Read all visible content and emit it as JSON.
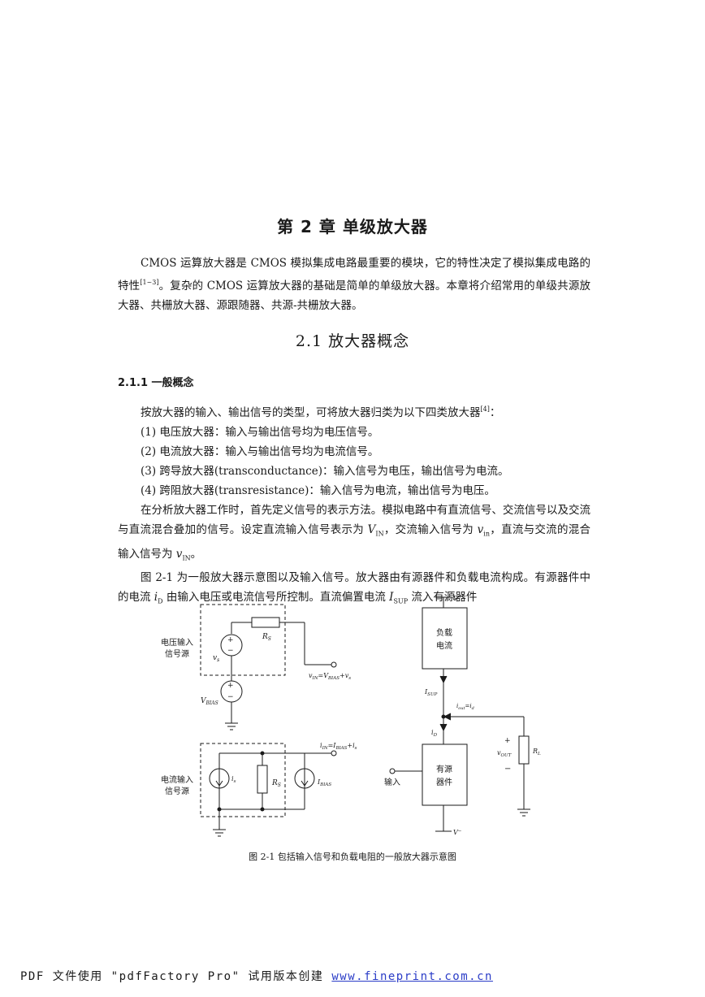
{
  "chapter_title": "第 2 章    单级放大器",
  "intro": {
    "p1": "CMOS 运算放大器是 CMOS 模拟集成电路最重要的模块，它的特性决定了模拟集成电路的特性",
    "p1_cite": "[1~3]",
    "p2": "。复杂的 CMOS 运算放大器的基础是简单的单级放大器。本章将介绍常用的单级共源放大器、共栅放大器、源跟随器、共源-共栅放大器。"
  },
  "section_title": "2.1   放大器概念",
  "subsection_title": "2.1.1   一般概念",
  "body": {
    "p1": "按放大器的输入、输出信号的类型，可将放大器归类为以下四类放大器",
    "p1_cite": "[4]",
    "p1_end": "：",
    "list": [
      "(1) 电压放大器：输入与输出信号均为电压信号。",
      "(2) 电流放大器：输入与输出信号均为电流信号。",
      "(3) 跨导放大器(transconductance)：输入信号为电压，输出信号为电流。",
      "(4) 跨阻放大器(transresistance)：输入信号为电流，输出信号为电压。"
    ],
    "p2_a": "在分析放大器工作时，首先定义信号的表示方法。模拟电路中有直流信号、交流信号以及交流与直流混合叠加的信号。设定直流输入信号表示为 ",
    "p2_VIN": "V",
    "p2_VIN_sub": "IN",
    "p2_b": "，交流输入信号为 ",
    "p2_vin": "v",
    "p2_vin_sub": "in",
    "p2_c": "，直流与交流的混合输入信号为 ",
    "p2_vIN": "v",
    "p2_vIN_sub": "IN",
    "p2_d": "。",
    "p3_a": "图 2-1 为一般放大器示意图以及输入信号。放大器由有源器件和负载电流构成。有源器件中的电流 ",
    "p3_iD": "i",
    "p3_iD_sub": "D",
    "p3_b": " 由输入电压或电流信号所控制。直流偏置电流 ",
    "p3_ISUP": "I",
    "p3_ISUP_sub": "SUP",
    "p3_c": " 流入有源器件"
  },
  "figure": {
    "voltage_source_label_1": "电压输入",
    "voltage_source_label_2": "信号源",
    "Rs": "R",
    "Rs_sub": "S",
    "vs": "v",
    "vs_sub": "s",
    "vbias": "V",
    "vbias_sub": "BIAS",
    "vin_eq": "v",
    "vin_eq_sub": "IN",
    "vin_eq_mid": "=V",
    "vin_eq_sub2": "BIAS",
    "vin_eq_end": "+v",
    "vin_eq_sub3": "s",
    "current_source_label_1": "电流输入",
    "current_source_label_2": "信号源",
    "is": "i",
    "is_sub": "s",
    "Rs2": "R",
    "Rs2_sub": "S",
    "ibias": "I",
    "ibias_sub": "BIAS",
    "iin_eq": "i",
    "iin_eq_sub": "IN",
    "iin_eq_mid": "=I",
    "iin_eq_sub2": "BIAS",
    "iin_eq_end": "+i",
    "iin_eq_sub3": "s",
    "vplus": "V",
    "vplus_sup": "+",
    "load_1": "负载",
    "load_2": "电流",
    "isup": "I",
    "isup_sub": "SUP",
    "iout": "i",
    "iout_sub": "out",
    "iout_end": "=i",
    "iout_sub2": "d",
    "iD": "i",
    "iD_sub": "D",
    "plus": "+",
    "minus": "−",
    "vout": "v",
    "vout_sub": "OUT",
    "RL": "R",
    "RL_sub": "L",
    "active_1": "有源",
    "active_2": "器件",
    "input": "输入",
    "vminus": "V",
    "vminus_sup": "−"
  },
  "figure_caption": "图 2-1    包括输入信号和负载电阻的一般放大器示意图",
  "footer": {
    "text": "PDF 文件使用 \"pdfFactory Pro\" 试用版本创建 ",
    "link": "www.fineprint.com.cn"
  }
}
